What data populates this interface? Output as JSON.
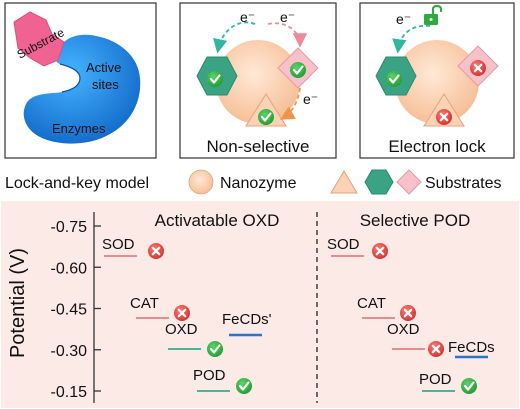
{
  "top_panels": {
    "enzyme": {
      "substrate_label": "Substrate",
      "active_sites_label": "Active\nsites",
      "enzymes_label": "Enzymes",
      "colors": {
        "enzyme": "#1e88e5",
        "substrate": "#f06292"
      }
    },
    "non_selective": {
      "caption": "Non-selective",
      "electron_labels": [
        "e⁻",
        "e⁻",
        "e⁻"
      ]
    },
    "electron_lock": {
      "caption": "Electron lock",
      "electron_label": "e⁻"
    }
  },
  "legend": {
    "lock_key_label": "Lock-and-key model",
    "nanozyme_label": "Nanozyme",
    "substrates_label": "Substrates",
    "colors": {
      "nanozyme": "#fbd2b3",
      "triangle": "#fbd2b3",
      "hexagon": "#3aa383",
      "diamond": "#f6c1c8"
    }
  },
  "potential_panel": {
    "ylabel": "Potential (V)",
    "ticks": [
      "-0.75",
      "-0.60",
      "-0.45",
      "-0.30",
      "-0.15"
    ],
    "background": "#fbeae6",
    "left": {
      "title": "Activatable OXD",
      "levels": [
        {
          "label": "SOD",
          "potential": -0.63,
          "status": "blocked"
        },
        {
          "label": "CAT",
          "potential": -0.42,
          "status": "blocked"
        },
        {
          "label": "OXD",
          "potential": -0.29,
          "status": "allowed"
        },
        {
          "label": "FeCDs'",
          "potential": -0.36,
          "status": "reference"
        },
        {
          "label": "POD",
          "potential": -0.16,
          "status": "allowed"
        }
      ]
    },
    "right": {
      "title": "Selective POD",
      "levels": [
        {
          "label": "SOD",
          "potential": -0.63,
          "status": "blocked"
        },
        {
          "label": "CAT",
          "potential": -0.42,
          "status": "blocked"
        },
        {
          "label": "OXD",
          "potential": -0.29,
          "status": "blocked"
        },
        {
          "label": "FeCDs",
          "potential": -0.27,
          "status": "reference"
        },
        {
          "label": "POD",
          "potential": -0.16,
          "status": "allowed"
        }
      ]
    },
    "colors": {
      "line_pink": "#e88d8d",
      "line_teal": "#4fb39a",
      "line_blue": "#2a74c9",
      "check": "#2eaa3e",
      "cross": "#e53935"
    }
  }
}
